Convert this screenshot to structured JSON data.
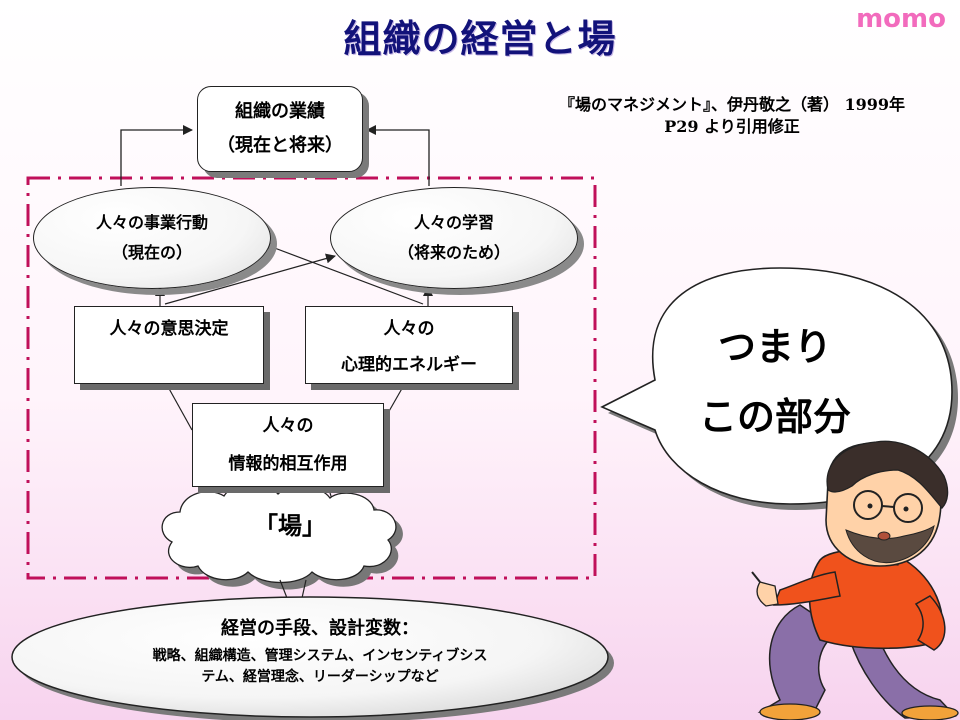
{
  "slide": {
    "title": "組織の経営と場",
    "brand": "momo",
    "source_line1": "『場のマネジメント』、伊丹敬之（著） 1999年",
    "source_line2": "P29 より引用修正"
  },
  "diagram": {
    "results_line1": "組織の業績",
    "results_line2": "（現在と将来）",
    "action_line1": "人々の事業行動",
    "action_line2": "（現在の）",
    "learning_line1": "人々の学習",
    "learning_line2": "（将来のため）",
    "decision_line1": "人々の意思決定",
    "energy_line1": "人々の",
    "energy_line2": "心理的エネルギー",
    "info_line1": "人々の",
    "info_line2": "情報的相互作用",
    "ba_label": "「場」",
    "means_title": "経営の手段、設計変数：",
    "means_line1": "戦略、組織構造、管理システム、インセンティブシス",
    "means_line2": "テム、経営理念、リーダーシップなど"
  },
  "callout": {
    "line1": "つまり",
    "line2": "この部分"
  },
  "colors": {
    "title": "#12127a",
    "brand": "#f26bbd",
    "frame": "#c0105a",
    "sweater": "#f0521c",
    "pants": "#8a6fa8"
  }
}
